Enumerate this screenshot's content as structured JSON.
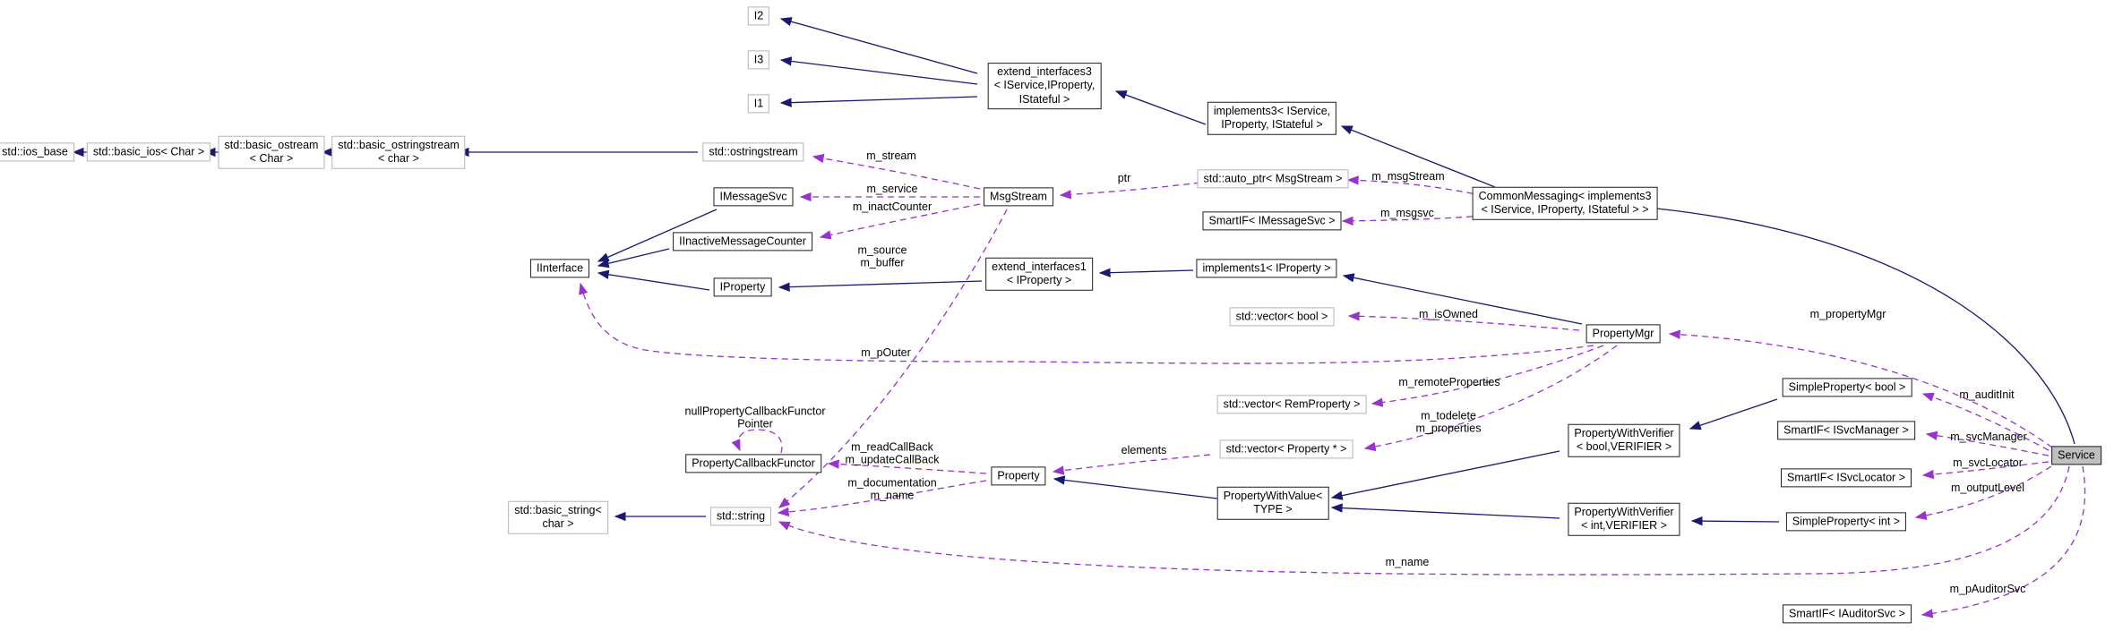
{
  "diagram": {
    "type": "doxygen-collaboration-graph",
    "subject": "Service",
    "nodes": {
      "i2": "I2",
      "i3": "I3",
      "i1": "I1",
      "extend_interfaces3": "extend_interfaces3\n< IService,IProperty,\nIStateful >",
      "implements3": "implements3< IService,\nIProperty, IStateful >",
      "std_ios_base": "std::ios_base",
      "std_basic_ios": "std::basic_ios< Char >",
      "std_basic_ostream": "std::basic_ostream\n< Char >",
      "std_basic_ostringstream": "std::basic_ostringstream\n< char >",
      "std_ostringstream": "std::ostringstream",
      "imessagesvc": "IMessageSvc",
      "msgstream": "MsgStream",
      "iinactivemessagecounter": "IInactiveMessageCounter",
      "iinterface": "IInterface",
      "iproperty": "IProperty",
      "extend_interfaces1": "extend_interfaces1\n< IProperty >",
      "implements1": "implements1< IProperty >",
      "std_vector_bool": "std::vector< bool >",
      "std_auto_ptr_msgstream": "std::auto_ptr< MsgStream >",
      "smartif_imessagesvc": "SmartIF< IMessageSvc >",
      "commonmessaging": "CommonMessaging< implements3\n< IService, IProperty, IStateful > >",
      "propertymgr": "PropertyMgr",
      "std_vector_remproperty": "std::vector< RemProperty >",
      "std_vector_property_ptr": "std::vector< Property * >",
      "propertywithverifier_bool": "PropertyWithVerifier\n< bool,VERIFIER >",
      "propertywithverifier_int": "PropertyWithVerifier\n< int,VERIFIER >",
      "propertywithvalue": "PropertyWithValue<\nTYPE >",
      "property": "Property",
      "propertycallbackfunctor": "PropertyCallbackFunctor",
      "std_basic_string": "std::basic_string<\nchar >",
      "std_string": "std::string",
      "simpleproperty_bool": "SimpleProperty< bool >",
      "smartif_isvcmanager": "SmartIF< ISvcManager >",
      "smartif_isvclocator": "SmartIF< ISvcLocator >",
      "simpleproperty_int": "SimpleProperty< int >",
      "service": "Service",
      "smartif_iauditorsvc": "SmartIF< IAuditorSvc >"
    },
    "edge_labels": {
      "m_stream": "m_stream",
      "m_service": "m_service",
      "m_inactCounter": "m_inactCounter",
      "ptr": "ptr",
      "m_msgStream": "m_msgStream",
      "m_msgsvc": "m_msgsvc",
      "m_source_buffer": "m_source\nm_buffer",
      "m_isOwned": "m_isOwned",
      "m_propertyMgr": "m_propertyMgr",
      "m_pOuter": "m_pOuter",
      "m_remoteProperties": "m_remoteProperties",
      "m_todelete_properties": "m_todelete\nm_properties",
      "elements": "elements",
      "m_readCallBack_updateCallBack": "m_readCallBack\nm_updateCallBack",
      "m_documentation_name": "m_documentation\nm_name",
      "nullPropertyCallbackFunctorPointer": "nullPropertyCallbackFunctor\nPointer",
      "m_auditInit": "m_auditInit",
      "m_svcManager": "m_svcManager",
      "m_svcLocator": "m_svcLocator",
      "m_outputLevel": "m_outputLevel",
      "m_name": "m_name",
      "m_pAuditorSvc": "m_pAuditorSvc"
    },
    "colors": {
      "inheritance_edge": "#191970",
      "usage_edge": "#9a32cd",
      "node_border": "#1c1c1c",
      "external_node_border": "#b5b5b5",
      "node_fill": "#ffffff",
      "subject_node_fill": "#bfbfbf",
      "label_text": "#000000",
      "background": "#ffffff"
    }
  }
}
